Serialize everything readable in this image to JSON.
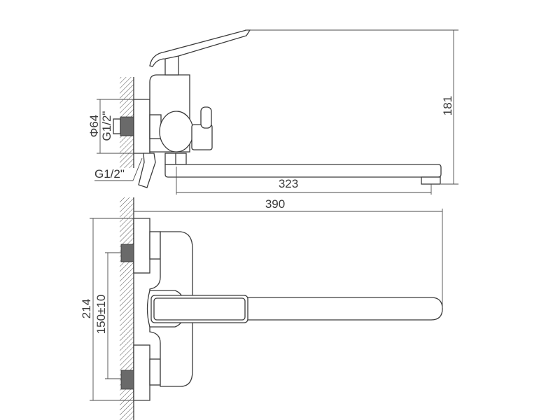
{
  "drawing": {
    "side_view": {
      "height_dim": "181",
      "spout_reach_dim": "323",
      "plate_diameter": "Φ64",
      "inlet_thread": "G1/2\"",
      "outlet_thread": "G1/2\""
    },
    "top_view": {
      "overall_length_dim": "390",
      "overall_height_dim": "214",
      "center_distance_dim": "150±10"
    }
  }
}
